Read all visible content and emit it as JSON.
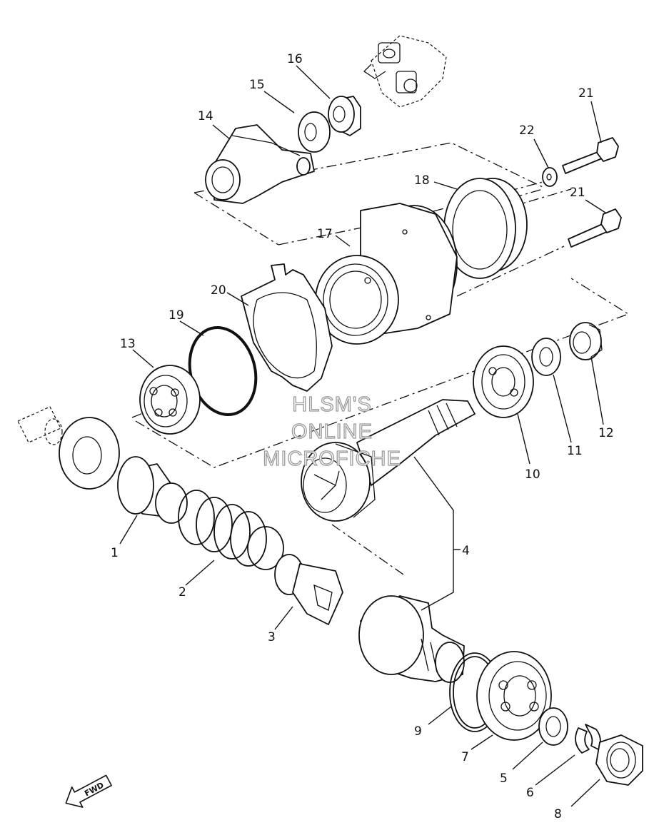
{
  "diagram": {
    "watermark": [
      "HLSM'S",
      "ONLINE",
      "MICROFICHE"
    ],
    "direction_tag": "FWD",
    "callouts": [
      "1",
      "2",
      "3",
      "4",
      "5",
      "6",
      "7",
      "8",
      "9",
      "10",
      "11",
      "12",
      "13",
      "14",
      "15",
      "16",
      "17",
      "18",
      "19",
      "20",
      "21",
      "21",
      "22"
    ]
  },
  "colors": {
    "line": "#111111",
    "watermark_outline": "#9a9a9a",
    "background": "#ffffff"
  }
}
